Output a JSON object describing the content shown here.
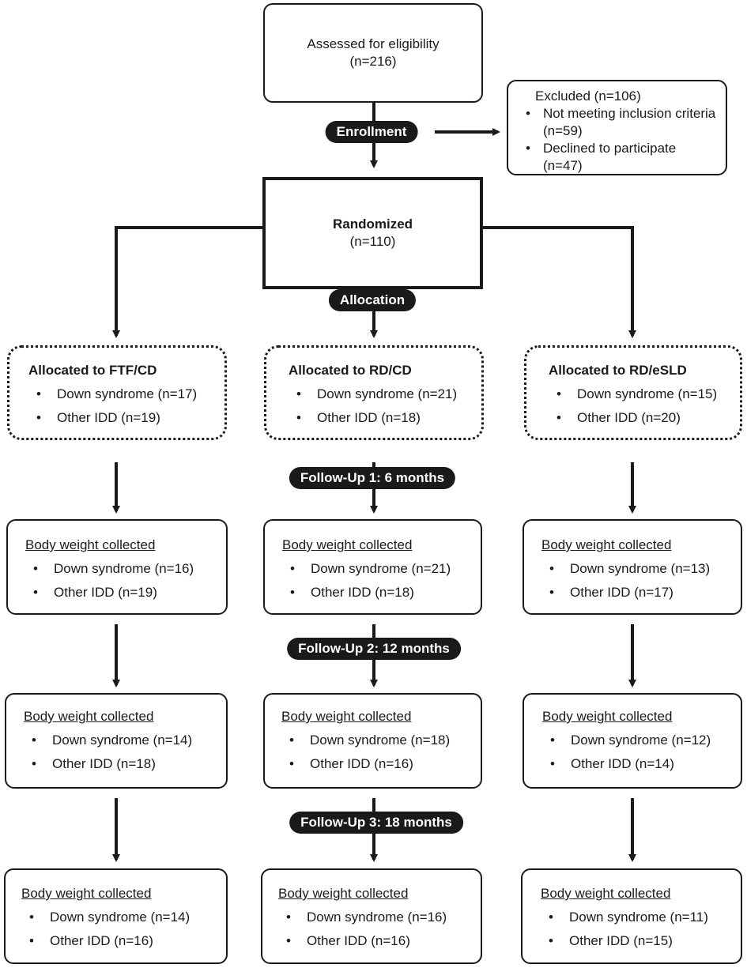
{
  "assessed": {
    "label": "Assessed for eligibility",
    "n": "(n=216)"
  },
  "excluded": {
    "title": "Excluded (n=106)",
    "items": [
      "Not meeting inclusion criteria (n=59)",
      "Declined to participate (n=47)"
    ]
  },
  "stages": {
    "enrollment": "Enrollment",
    "allocation": "Allocation",
    "followup1": "Follow-Up 1: 6 months",
    "followup2": "Follow-Up 2: 12 months",
    "followup3": "Follow-Up 3: 18 months"
  },
  "randomized": {
    "label": "Randomized",
    "n": "(n=110)"
  },
  "arms": [
    {
      "allocated": "Allocated to FTF/CD",
      "alloc_items": [
        "Down syndrome (n=17)",
        "Other IDD (n=19)"
      ],
      "followups": [
        {
          "title": "Body weight collected",
          "items": [
            "Down syndrome (n=16)",
            "Other IDD (n=19)"
          ]
        },
        {
          "title": "Body weight collected",
          "items": [
            "Down syndrome (n=14)",
            "Other IDD (n=18)"
          ]
        },
        {
          "title": "Body weight collected",
          "items": [
            "Down syndrome (n=14)",
            "Other IDD (n=16)"
          ]
        }
      ]
    },
    {
      "allocated": "Allocated to RD/CD",
      "alloc_items": [
        "Down syndrome (n=21)",
        "Other IDD (n=18)"
      ],
      "followups": [
        {
          "title": "Body weight collected",
          "items": [
            "Down syndrome (n=21)",
            "Other IDD (n=18)"
          ]
        },
        {
          "title": "Body weight collected",
          "items": [
            "Down syndrome (n=18)",
            "Other IDD (n=16)"
          ]
        },
        {
          "title": "Body weight collected",
          "items": [
            "Down syndrome (n=16)",
            "Other IDD (n=16)"
          ]
        }
      ]
    },
    {
      "allocated": "Allocated to RD/eSLD",
      "alloc_items": [
        "Down syndrome (n=15)",
        "Other IDD (n=20)"
      ],
      "followups": [
        {
          "title": "Body weight collected",
          "items": [
            "Down syndrome (n=13)",
            "Other IDD (n=17)"
          ]
        },
        {
          "title": "Body weight collected",
          "items": [
            "Down syndrome (n=12)",
            "Other IDD (n=14)"
          ]
        },
        {
          "title": "Body weight collected",
          "items": [
            "Down syndrome (n=11)",
            "Other IDD (n=15)"
          ]
        }
      ]
    }
  ],
  "colors": {
    "ink": "#1a1a1a",
    "pill_text": "#ffffff"
  }
}
